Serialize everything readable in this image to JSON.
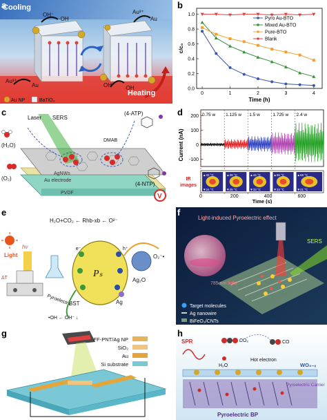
{
  "panel_labels": {
    "a": "a",
    "b": "b",
    "c": "c",
    "d": "d",
    "e": "e",
    "f": "f",
    "g": "g",
    "h": "h"
  },
  "panel_a": {
    "cooling": "Cooling",
    "heating": "Heating",
    "oh1": "OH⁻",
    "oh_rad1": "·OH",
    "au3_1": "Au³⁺",
    "au_1": "Au",
    "au3_2": "Au³⁺",
    "au_2": "Au",
    "oh2": "OH⁻",
    "oh_rad2": "·OH",
    "legend_au": "Au NP",
    "legend_bto": "BaTiO₃"
  },
  "panel_c": {
    "laser": "Laser",
    "sers": "SERS",
    "h2o": "(H₂O)",
    "o2": "(O₂)",
    "atp": "(4-ATP)",
    "dmab": "DMAB",
    "ntp": "(4-NTP)",
    "layer1": "AgNWs",
    "layer2": "Au electrode",
    "layer3": "PVDF"
  },
  "panel_e": {
    "equation": "H₂O+CO₂ ← Rhb-xb ← O²⁻",
    "light": "Light",
    "hv": "hν",
    "delta_t": "ΔT",
    "ps": "Pₛ",
    "ag": "Ag",
    "ag2o": "Ag₂O",
    "bst": "BST",
    "pyro": "Pyroelectric",
    "o2_minus": "O₂⁻•",
    "oh_eq": "•OH ← OH⁻ ↓",
    "e_minus": "e⁻",
    "h_plus": "h⁺"
  },
  "panel_f": {
    "title": "Light-induced Pyroelectric effect",
    "sers": "SERS",
    "laser_nm": "785 nm light",
    "legend": [
      "Target molecules",
      "Ag nanowire",
      "BiFeO₃/CNTs"
    ]
  },
  "panel_g": {
    "legend": [
      "FF-PNT/Ag NP",
      "SiO₂",
      "Au",
      "Si substrate"
    ],
    "colors": [
      "#e8b45a",
      "#f2c37a",
      "#e6a53a",
      "#7ac7d6"
    ]
  },
  "panel_h": {
    "spr": "SPR",
    "co2": "CO₂",
    "co": "CO",
    "h2o": "H₂O",
    "hot": "Hot electron",
    "wo3": "WO₃₋ₓ",
    "pyro_carrier": "Pyroelectric Carrier",
    "pyro_bp": "Pyroelectric BP"
  },
  "chart_data": [
    {
      "type": "line",
      "panel": "b",
      "xlabel": "Time (h)",
      "ylabel": "c/c₀",
      "xlim": [
        -0.2,
        4.3
      ],
      "ylim": [
        0,
        1.08
      ],
      "xticks": [
        0,
        1,
        2,
        3,
        4
      ],
      "yticks": [
        0.0,
        0.2,
        0.4,
        0.6,
        0.8,
        1.0
      ],
      "x": [
        0,
        0.5,
        1,
        1.5,
        2,
        2.5,
        3,
        3.5,
        4
      ],
      "legend_position": "center-right",
      "series": [
        {
          "name": "Pyro Au-BTO",
          "color": "#3b55a8",
          "marker": "circle",
          "values": [
            0.77,
            0.47,
            0.28,
            0.19,
            0.13,
            0.09,
            0.06,
            0.05,
            0.04
          ]
        },
        {
          "name": "Mixed Au-BTO",
          "color": "#3a8f3a",
          "marker": "triangle",
          "values": [
            0.89,
            0.68,
            0.57,
            0.49,
            0.42,
            0.36,
            0.29,
            0.21,
            0.16
          ]
        },
        {
          "name": "Pure-BTO",
          "color": "#f0a030",
          "marker": "square",
          "values": [
            0.82,
            0.73,
            0.67,
            0.63,
            0.58,
            0.53,
            0.49,
            0.45,
            0.38
          ]
        },
        {
          "name": "Blank",
          "color": "#e04040",
          "marker": "triangle-down",
          "values": [
            1.0,
            1.0,
            0.99,
            1.0,
            1.0,
            0.99,
            1.0,
            0.99,
            1.0
          ]
        }
      ]
    },
    {
      "type": "line",
      "panel": "d",
      "xlabel": "Time (s)",
      "ylabel": "Current (nA)",
      "xlim": [
        0,
        730
      ],
      "ylim": [
        -150,
        240
      ],
      "xticks": [
        0,
        200,
        400,
        600
      ],
      "yticks": [
        -100,
        0,
        100,
        200
      ],
      "power_labels": [
        "0.75 w",
        "1.125 w",
        "1.5 w",
        "1.725 w",
        "2.4 w"
      ],
      "segments": [
        {
          "start": 0,
          "end": 140,
          "amplitude": 12,
          "color": "#000000"
        },
        {
          "start": 140,
          "end": 280,
          "amplitude": 38,
          "color": "#e02020"
        },
        {
          "start": 280,
          "end": 420,
          "amplitude": 58,
          "color": "#3040c0"
        },
        {
          "start": 420,
          "end": 560,
          "amplitude": 85,
          "color": "#b040b0"
        },
        {
          "start": 560,
          "end": 730,
          "amplitude": 150,
          "color": "#20a020"
        }
      ],
      "ir_label": "IR\nimages",
      "ir_temps_top": [
        "▲32 °C",
        "▲38 °C",
        "▲44 °C",
        "▲56 °C",
        "▲68 °C"
      ],
      "ir_temps_bottom": [
        "▼24 °C",
        "▼25 °C",
        "▼33 °C",
        "▼33 °C",
        "▼21 °C"
      ]
    }
  ]
}
